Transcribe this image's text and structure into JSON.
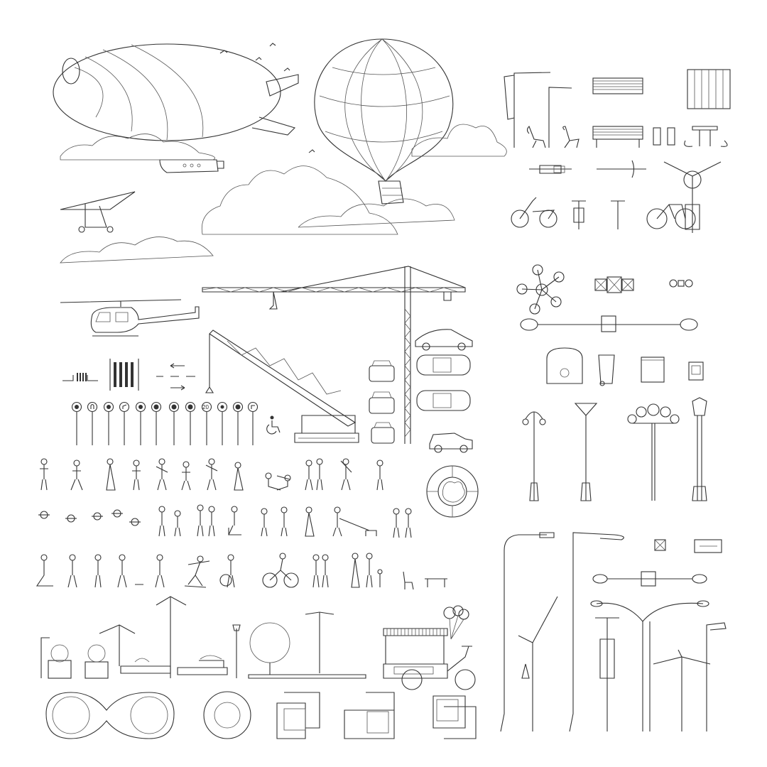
{
  "canvas": {
    "background": "#ffffff",
    "line_color": "#333333"
  },
  "sections": {
    "sky": {
      "items": [
        "blimp",
        "hot-air-balloon",
        "hang-glider",
        "helicopter",
        "clouds",
        "birds"
      ]
    },
    "construction": {
      "items": [
        "tower-crane",
        "crawler-crane"
      ]
    },
    "vehicles": {
      "items": [
        "sedan-side",
        "hatchback-front",
        "suv-front",
        "sedan-top",
        "sedan-top-2",
        "mini-cooper-side",
        "car-rear"
      ]
    },
    "road_markings": {
      "items": [
        "speed-bump-crosswalk",
        "zebra-crossing",
        "lane-arrows"
      ]
    },
    "traffic_signs": {
      "items": [
        {
          "name": "no-pedestrians-sign"
        },
        {
          "name": "no-u-turn-sign"
        },
        {
          "name": "no-left-turn-sign"
        },
        {
          "name": "right-bend-sign"
        },
        {
          "name": "two-way-traffic-sign"
        },
        {
          "name": "no-cycling-sign"
        },
        {
          "name": "no-overtaking-sign"
        },
        {
          "name": "bump-sign"
        },
        {
          "name": "speed-limit-sign",
          "label": "20"
        },
        {
          "name": "no-entry-person-sign"
        },
        {
          "name": "no-right-turn-sign"
        },
        {
          "name": "turn-right-sign"
        }
      ],
      "accessibility_icon": "wheelchair-icon"
    },
    "street_furniture": {
      "items": [
        "street-lamp-banner",
        "street-lamp",
        "park-chair",
        "park-chair-2",
        "bench-top",
        "bench-front",
        "table-top",
        "litter-bin",
        "litter-bin-2",
        "picnic-table",
        "motorcycle-top",
        "bicycle-top",
        "double-arm-lamp",
        "scooter-side",
        "scooter-front",
        "bicycle-front",
        "bicycle-side"
      ]
    },
    "lighting_and_bins": {
      "items": [
        "chandelier-lamp-top",
        "triple-square-lamp",
        "double-circle-lamp",
        "double-arm-lamp-top",
        "recycling-bin",
        "wheelie-bin",
        "dumpster",
        "vending-box"
      ]
    },
    "lamp_posts": {
      "items": [
        "victorian-double-lamp",
        "cone-lamp",
        "globe-cluster-lamp",
        "lantern-lamp"
      ]
    },
    "people": {
      "rows": 3,
      "items": [
        "walking-people",
        "people-top-view",
        "sitting-couple",
        "dog-walker",
        "cyclist",
        "skateboarder",
        "scooter-kid",
        "family"
      ]
    },
    "planters": {
      "items": [
        "round-tree-planter-top",
        "planter-with-lamp",
        "planter-box",
        "tree-elevation",
        "bench-planter",
        "lamp-tree-square",
        "figure-eight-planter",
        "round-planter",
        "square-planter-1",
        "square-planter-2",
        "square-planter-3"
      ]
    },
    "vendor_cart": {
      "items": [
        "ice-cream-tricycle-cart",
        "balloons"
      ]
    },
    "tall_lamps": {
      "items": [
        "curved-street-lamp",
        "cobra-street-lamp",
        "leaf-lamp",
        "double-head-lamp",
        "banner-lamp",
        "y-lamp",
        "box-lamp",
        "ceiling-square",
        "wall-plate"
      ]
    }
  }
}
